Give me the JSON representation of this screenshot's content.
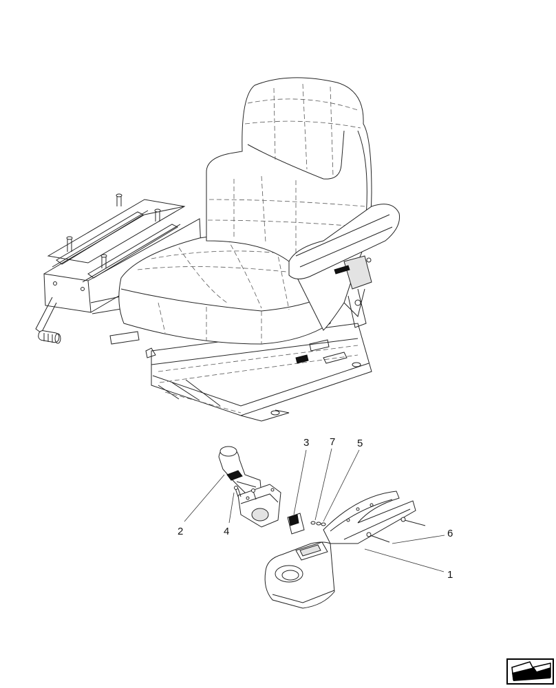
{
  "callouts": {
    "c1": "1",
    "c2": "2",
    "c3": "3",
    "c4": "4",
    "c5": "5",
    "c6": "6",
    "c7": "7"
  },
  "icons": {
    "corner": "next-page-arrow-icon"
  }
}
